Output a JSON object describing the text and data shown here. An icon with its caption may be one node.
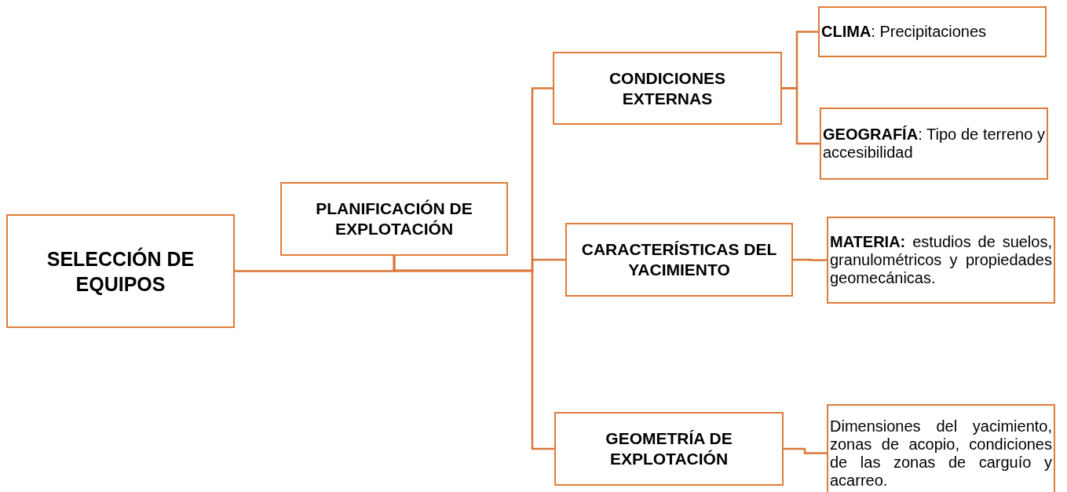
{
  "diagram": {
    "nodes": [
      {
        "text": [
          "SELECCIÓN DE EQUIPOS"
        ]
      },
      {
        "text": [
          "PLANIFICACIÓN DE EXPLOTACIÓN"
        ]
      },
      {
        "text": [
          "CONDICIONES EXTERNAS"
        ]
      },
      {
        "text": [
          "**CLIMA**: Precipitaciones"
        ]
      },
      {
        "text": [
          "**GEOGRAFÍA**: Tipo de terreno y accesibilidad"
        ]
      },
      {
        "text": [
          "CARACTERÍSTICAS DEL YACIMIENTO"
        ]
      },
      {
        "text": [
          "**MATERIA:** estudios de suelos, granulométricos y propiedades geomecánicas."
        ]
      },
      {
        "text": [
          "GEOMETRÍA DE EXPLOTACIÓN"
        ]
      },
      {
        "text": [
          "Dimensiones del yacimiento, zonas de acopio, condiciones de las zonas de carguío y acarreo."
        ]
      }
    ],
    "edges": [
      {
        "from": 0,
        "to": 1,
        "arrow": "none"
      },
      {
        "from": 1,
        "to": 2,
        "arrow": "none"
      },
      {
        "from": 1,
        "to": 5,
        "arrow": "none"
      },
      {
        "from": 1,
        "to": 7,
        "arrow": "none"
      },
      {
        "from": 2,
        "to": 3,
        "arrow": "none"
      },
      {
        "from": 2,
        "to": 4,
        "arrow": "none"
      },
      {
        "from": 5,
        "to": 6,
        "arrow": "none"
      },
      {
        "from": 7,
        "to": 8,
        "arrow": "none"
      }
    ]
  }
}
